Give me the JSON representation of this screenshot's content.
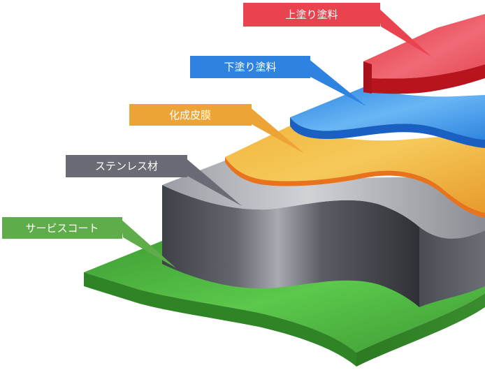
{
  "layers": [
    {
      "id": "top-coat",
      "label": "上塗り塗料",
      "color": "#e8434f"
    },
    {
      "id": "undercoat",
      "label": "下塗り塗料",
      "color": "#2f83e0"
    },
    {
      "id": "chemical-film",
      "label": "化成皮膜",
      "color": "#eda437"
    },
    {
      "id": "stainless",
      "label": "ステンレス材",
      "color": "#696c74"
    },
    {
      "id": "service-coat",
      "label": "サービスコート",
      "color": "#5fad4a"
    }
  ]
}
